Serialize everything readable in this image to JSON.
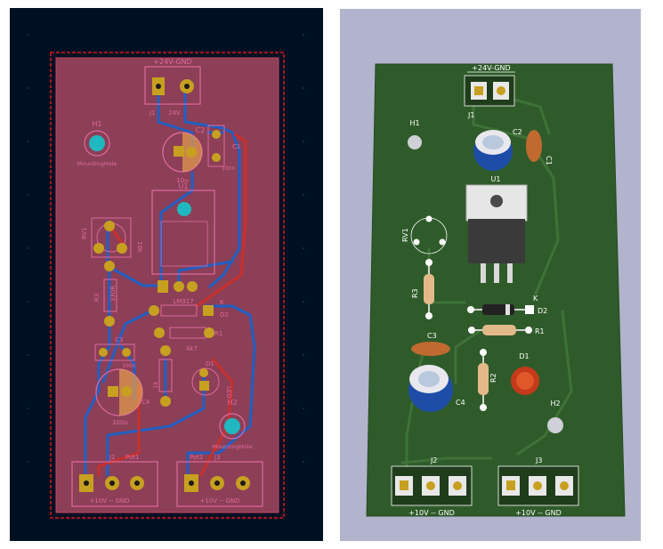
{
  "layout_view": {
    "connector_top": "+24V-GND",
    "connector_top_ref": "J1",
    "connector_top_value": "24V",
    "mount_hole_1": "H1",
    "mount_hole_2": "H2",
    "mount_hole_label": "MountingHole",
    "cap_c2": "C2",
    "cap_c2_value": "10u",
    "cap_c1": "C1",
    "cap_c1_value": "100n",
    "regulator": "U1",
    "pot_ref": "RV1",
    "pot_value": "10k",
    "res_r3": "R3",
    "res_r3_value": "330R",
    "reg_value": "LM317",
    "diode_d2": "D2",
    "diode_k": "K",
    "res_r1": "R1",
    "res_r1_value": "4k7",
    "cap_c3": "C3",
    "cap_c3_value": "100n",
    "cap_c4": "C4",
    "cap_c4_value": "100u",
    "res_r2": "R2",
    "res_r2_value": "1k",
    "led_ref": "D1",
    "led_value": "LED",
    "conn_j2": "J2",
    "conn_j2_value": "Pot1",
    "conn_j3": "J3",
    "conn_j3_value": "Pot2",
    "conn_bottom_left": "+10V -- GND",
    "conn_bottom_right": "+10V -- GND"
  },
  "render_view": {
    "connector_top": "+24V-GND",
    "j1": "J1",
    "h1": "H1",
    "c2": "C2",
    "c1": "C1",
    "u1": "U1",
    "rv1": "RV1",
    "r3": "R3",
    "k": "K",
    "d2": "D2",
    "r1": "R1",
    "c3": "C3",
    "d1": "D1",
    "r2": "R2",
    "c4": "C4",
    "h2": "H2",
    "j2": "J2",
    "j3": "J3",
    "conn_bottom_left": "+10V -- GND",
    "conn_bottom_right": "+10V -- GND"
  },
  "colors": {
    "layout_bg": "#001023",
    "board_fill": "#8c3f56",
    "track": "#1f5fc4",
    "silk": "#e06aa0",
    "pad": "#c8a020",
    "board_green": "#2f5b2a",
    "render_bg": "#b2b3cc"
  }
}
